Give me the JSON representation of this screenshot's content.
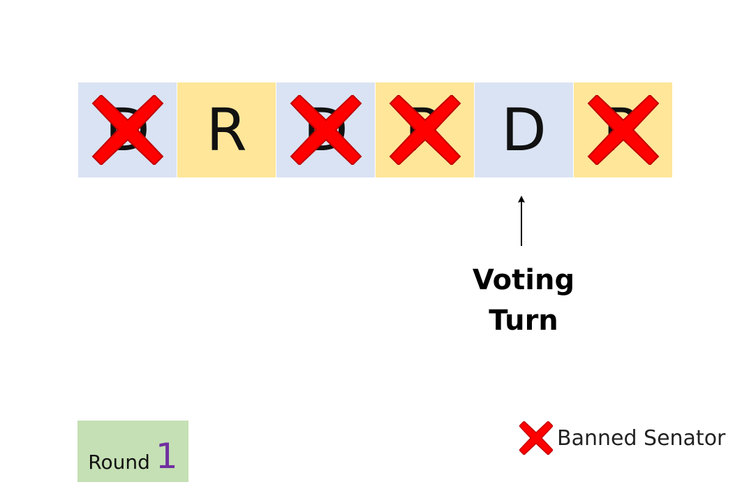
{
  "senators": [
    {
      "party": "D",
      "banned": true
    },
    {
      "party": "R",
      "banned": false
    },
    {
      "party": "D",
      "banned": true
    },
    {
      "party": "R",
      "banned": true
    },
    {
      "party": "D",
      "banned": false
    },
    {
      "party": "R",
      "banned": true
    }
  ],
  "voting_turn": {
    "index": 4,
    "label_line1": "Voting",
    "label_line2": "Turn"
  },
  "round": {
    "word": "Round",
    "number": "1"
  },
  "legend": {
    "icon": "red-x-icon",
    "label": "Banned Senator"
  },
  "colors": {
    "D": "#dae3f3",
    "R": "#ffe699",
    "ban_fill": "#ff0000",
    "ban_stroke": "#c00000",
    "round_bg": "#c5e0b4",
    "round_number": "#7030a0"
  }
}
